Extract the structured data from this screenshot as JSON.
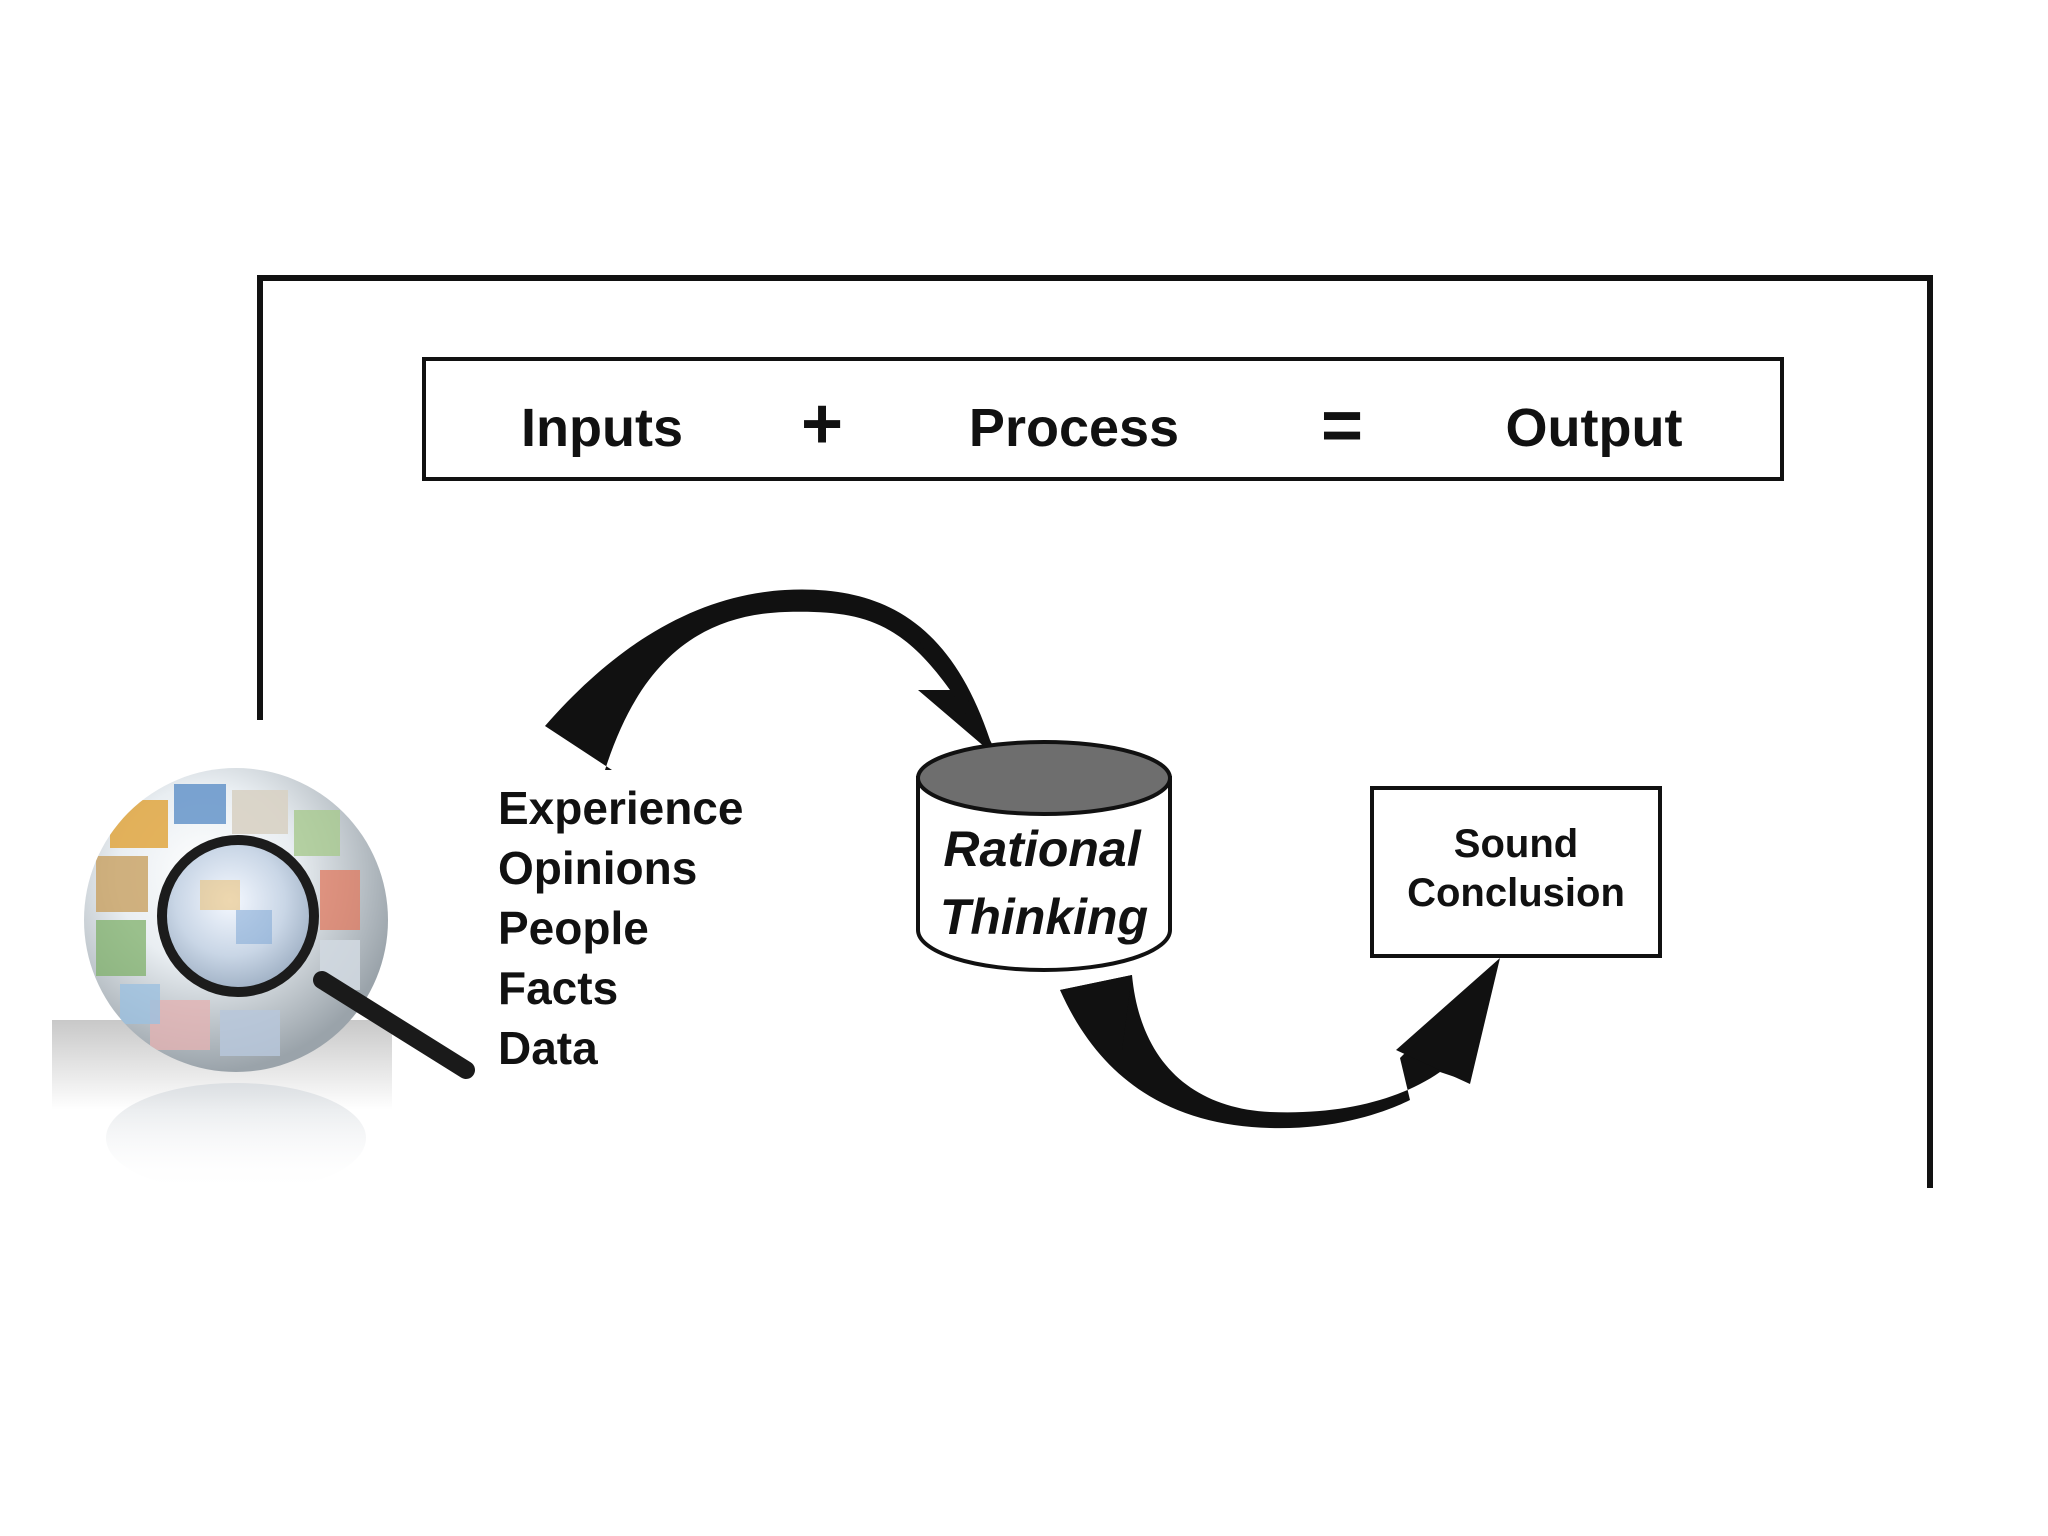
{
  "equation": {
    "inputs": "Inputs",
    "plus": "+",
    "process": "Process",
    "equals": "=",
    "output": "Output"
  },
  "inputs_list": [
    "Experience",
    "Opinions",
    "People",
    "Facts",
    "Data"
  ],
  "process_node": {
    "line1": "Rational",
    "line2": "Thinking"
  },
  "output_node": {
    "line1": "Sound",
    "line2": "Conclusion"
  },
  "colors": {
    "ink": "#111111",
    "cylinder_top": "#6e6e6e",
    "frame": "#111111"
  }
}
